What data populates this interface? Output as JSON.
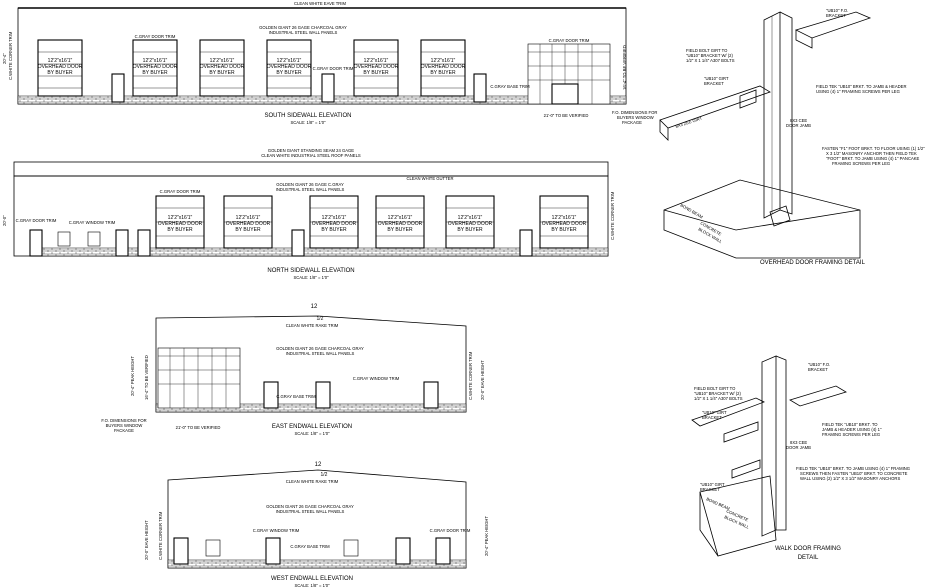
{
  "south": {
    "title": "SOUTH SIDEWALL ELEVATION",
    "scale": "SCALE: 1/8\" = 1'0\"",
    "top_label": "CLEAN WHITE EAVE TRIM",
    "panels_label": "GOLDEN GIANT 26 GAGE CHARCOAL GRAY",
    "panels_label2": "INDUSTRIAL STEEL WALL PANELS",
    "left_corner": "C.WHITE CORNER TRIM",
    "height_left": "20'-4\"",
    "door_trim": "C.GRAY DOOR TRIM",
    "door_trim2": "C.GRAY DOOR TRIM",
    "door_trim3": "C.GRAY DOOR TRIM",
    "base_trim": "C.GRAY BASE TRIM",
    "door_size": "12'2\"x16'1\"",
    "door_desc": "OVERHEAD DOOR",
    "door_by": "BY BUYER",
    "window_dim": "16'-4\" TO BE VERIFIED",
    "window_dim2": "21'-0\" TO BE VERIFIED",
    "fo_note": "F.O. DIMENSIONS FOR",
    "fo_note2": "BUYERS WINDOW",
    "fo_note3": "PACKAGE"
  },
  "north": {
    "title": "NORTH SIDEWALL ELEVATION",
    "scale": "SCALE: 1/8\" = 1'0\"",
    "roof_label": "GOLDEN GIANT STANDING SEAM 24 GAGE",
    "roof_label2": "CLEAN WHITE INDUSTRIAL STEEL ROOF PANELS",
    "gutter": "CLEAN WHITE GUTTER",
    "door_trim": "C.GRAY DOOR TRIM",
    "panels_label": "GOLDEN GIANT 26 GAGE C.GRAY",
    "panels_label2": "INDUSTRIAL STEEL WALL PANELS",
    "left_door_trim": "C.GRAY DOOR TRIM",
    "window_trim": "C.GRAY WINDOW TRIM",
    "corner": "C.WHITE CORNER TRIM",
    "height_left": "20'-0\"",
    "door_size": "12'2\"x16'1\"",
    "door_desc": "OVERHEAD DOOR",
    "door_by": "BY BUYER"
  },
  "east": {
    "title": "EAST ENDWALL ELEVATION",
    "scale": "SCALE: 1/8\" = 1'0\"",
    "pitch_run": "12",
    "pitch_rise": "1/2",
    "rake": "CLEAN WHITE RAKE TRIM",
    "panels_label": "GOLDEN GIANT 26 GAGE CHARCOAL GRAY",
    "panels_label2": "INDUSTRIAL STEEL WALL PANELS",
    "window_trim": "C.GRAY WINDOW TRIM",
    "base_trim": "C.GRAY BASE TRIM",
    "corner": "C.WHITE CORNER TRIM",
    "peak_height": "20'-4\" PEAK HEIGHT",
    "eave_height": "20'-0\" EAVE HEIGHT",
    "window_dim": "21'-0\" TO BE VERIFIED",
    "window_dim_v": "16'-4\" TO BE VERIFIED",
    "fo_note": "F.O. DIMENSIONS FOR",
    "fo_note2": "BUYERS WINDOW",
    "fo_note3": "PACKAGE"
  },
  "west": {
    "title": "WEST ENDWALL ELEVATION",
    "scale": "SCALE: 1/8\" = 1'0\"",
    "pitch_run": "12",
    "pitch_rise": "1/2",
    "rake": "CLEAN WHITE RAKE TRIM",
    "panels_label": "GOLDEN GIANT 26 GAGE CHARCOAL GRAY",
    "panels_label2": "INDUSTRIAL STEEL WALL PANELS",
    "window_trim": "C.GRAY WINDOW TRIM",
    "base_trim": "C.GRAY BASE TRIM",
    "door_trim": "C.GRAY DOOR TRIM",
    "corner": "C.WHITE CORNER TRIM",
    "eave_height": "20'-0\" EAVE HEIGHT",
    "peak_height": "20'-4\" PEAK HEIGHT"
  },
  "overhead_detail": {
    "title": "OVERHEAD DOOR FRAMING DETAIL",
    "bracket": "\"UB10\" F.O.",
    "bracket2": "BRACKET",
    "field_bolt": "FIELD BOLT GIRT TO",
    "field_bolt2": "\"UB10\" BRACKET W/ (2)",
    "field_bolt3": "1/2\" X 1 1/4\" A307 BOLTS",
    "girt_bracket": "\"UB10\" GIRT",
    "girt_bracket2": "BRACKET",
    "field_tek": "FIELD TEK \"UB10\" BRKT. TO JAMB & HEADER",
    "field_tek2": "USING (4) 1\" FRAMING SCREWS PER LEG",
    "cee": "8X3 CEE",
    "cee2": "DOOR JAMB",
    "fasten": "FASTEN \"F1\" FOOT BRKT. TO FLOOR USING (1) 1/2\"",
    "fasten2": "X 3 1/2\" MASONRY ANCHOR THEN FIELD TEK",
    "fasten3": "\"FOOT\" BRKT. TO JAMB USING (4) 1\" PANCAKE",
    "fasten4": "FRAMING SCREWS PER LEG",
    "bond_beam": "BOND BEAM",
    "concrete": "CONCRETE",
    "concrete2": "BLOCK WALL",
    "girt": "8X3 ZEE GIRT"
  },
  "walk_detail": {
    "title": "WALK DOOR FRAMING",
    "title2": "DETAIL",
    "bracket": "\"UB10\" F.O.",
    "bracket2": "BRACKET",
    "field_bolt": "FIELD BOLT GIRT TO",
    "field_bolt2": "\"UB10\" BRACKET W/ (2)",
    "field_bolt3": "1/2\" X 1 1/4\" A307 BOLTS",
    "girt_bracket": "\"UB10\" GIRT",
    "girt_bracket2": "BRACKET",
    "field_tek": "FIELD TEK \"UB10\" BRKT. TO",
    "field_tek2": "JAMB & HEADER USING (4) 1\"",
    "field_tek3": "FRAMING SCREWS PER LEG",
    "cee": "8X3 CEE",
    "cee2": "DOOR JAMB",
    "field_tek_ub": "FIELD TEK \"UB10\" BRKT. TO JAMB USING (4) 1\" FRAMING",
    "field_tek_ub2": "SCREWS THEN FASTEN \"UB10\" BRKT. TO CONCRETE",
    "field_tek_ub3": "WALL USING (2) 1/2\" X 3 1/2\" MASONRY ANCHORS",
    "girt_bracket_b": "\"UB10\" GIRT",
    "girt_bracket_b2": "BRACKET",
    "bond_beam": "BOND BEAM",
    "concrete": "CONCRETE",
    "concrete2": "BLOCK WALL"
  }
}
